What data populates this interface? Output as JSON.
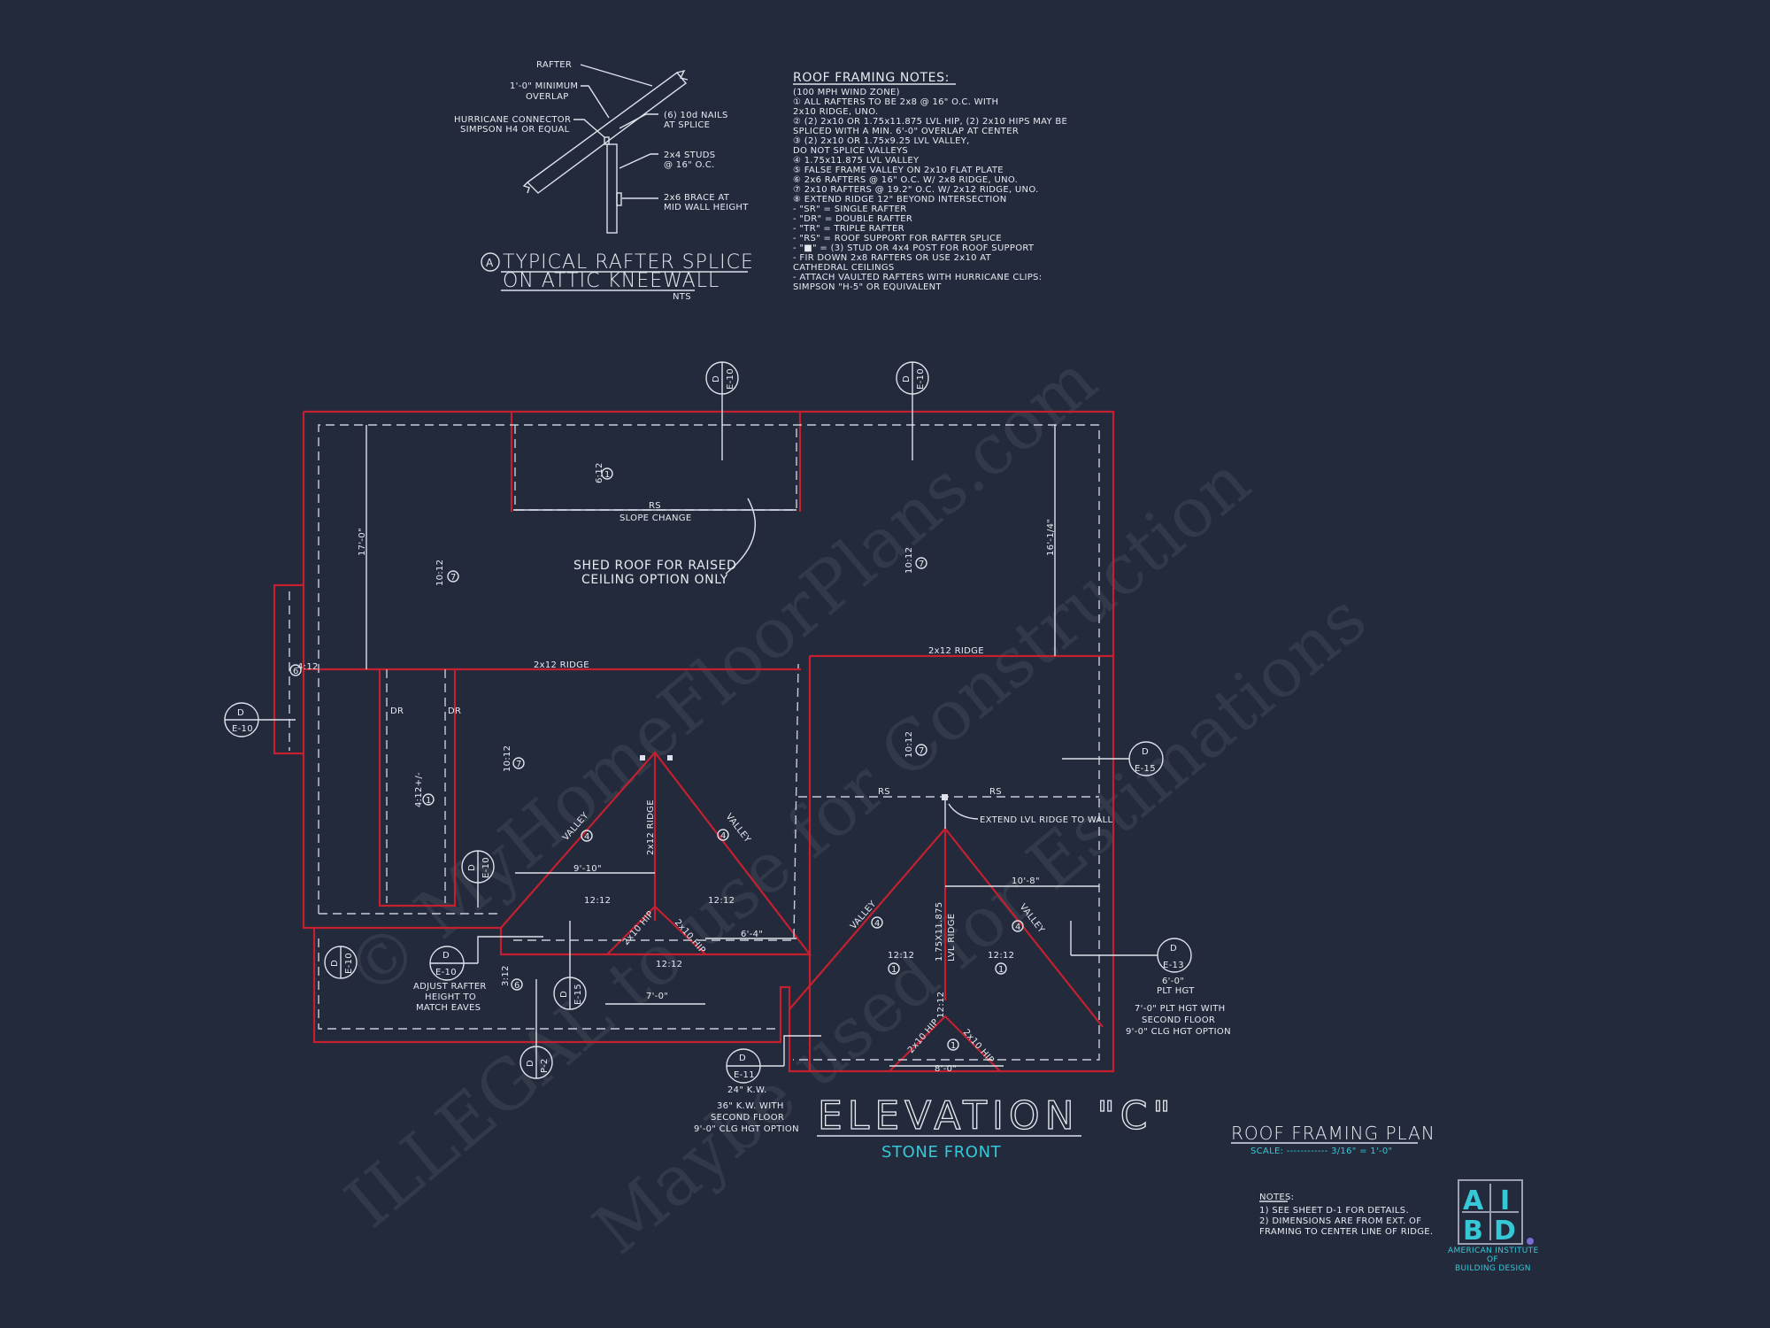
{
  "detail_a": {
    "tag": "A",
    "title_line1": "TYPICAL RAFTER SPLICE",
    "title_line2": "ON ATTIC KNEEWALL",
    "scale": "NTS",
    "labels": {
      "rafter": "RAFTER",
      "overlap_1": "1'-0\" MINIMUM",
      "overlap_2": "OVERLAP",
      "connector_1": "HURRICANE CONNECTOR",
      "connector_2": "SIMPSON H4 OR EQUAL",
      "nails_1": "(6) 10d NAILS",
      "nails_2": "AT SPLICE",
      "studs_1": "2x4 STUDS",
      "studs_2": "@ 16\" O.C.",
      "brace_1": "2x6 BRACE AT",
      "brace_2": "MID WALL HEIGHT"
    }
  },
  "roof_notes": {
    "title": "ROOF FRAMING NOTES:",
    "lines": [
      "(100 MPH WIND ZONE)",
      "① ALL RAFTERS TO BE 2x8 @ 16\" O.C. WITH",
      "   2x10 RIDGE, UNO.",
      "② (2) 2x10 OR 1.75x11.875 LVL HIP, (2) 2x10 HIPS MAY BE",
      "   SPLICED WITH A MIN. 6'-0\" OVERLAP AT CENTER",
      "③ (2) 2x10 OR 1.75x9.25 LVL VALLEY,",
      "   DO NOT SPLICE VALLEYS",
      "④ 1.75x11.875 LVL VALLEY",
      "⑤ FALSE FRAME VALLEY ON 2x10 FLAT PLATE",
      "⑥ 2x6 RAFTERS @ 16\" O.C. W/ 2x8 RIDGE, UNO.",
      "⑦ 2x10 RAFTERS @ 19.2\" O.C. W/ 2x12 RIDGE, UNO.",
      "⑧ EXTEND RIDGE 12\" BEYOND INTERSECTION",
      "-  \"SR\" = SINGLE RAFTER",
      "-  \"DR\" = DOUBLE RAFTER",
      "-  \"TR\" = TRIPLE RAFTER",
      "-  \"RS\" = ROOF SUPPORT FOR RAFTER SPLICE",
      "-  \"■\"  = (3) STUD OR 4x4 POST FOR ROOF SUPPORT",
      "-  FIR DOWN 2x8 RAFTERS OR USE 2x10 AT",
      "   CATHEDRAL CEILINGS",
      "-  ATTACH VAULTED RAFTERS WITH HURRICANE CLIPS:",
      "   SIMPSON \"H-5\" OR EQUIVALENT"
    ]
  },
  "plan": {
    "labels": {
      "rs_slope": "RS",
      "slope_change": "SLOPE CHANGE",
      "shed_1": "SHED ROOF FOR RAISED",
      "shed_2": "CEILING OPTION ONLY",
      "ridge_left": "2x12 RIDGE",
      "ridge_right": "2x12 RIDGE",
      "ridge_gable": "2x12 RIDGE",
      "dr_1": "DR",
      "dr_2": "DR",
      "valley_1": "VALLEY",
      "valley_2": "VALLEY",
      "valley_3": "VALLEY",
      "valley_4": "VALLEY",
      "hip_1": "2x10 HIP",
      "hip_2": "2x10 HIP",
      "hip_3": "2x10 HIP",
      "hip_4": "2x10 HIP",
      "lvl_ridge_1": "1.75X11.875",
      "lvl_ridge_2": "LVL RIDGE",
      "rs_a": "RS",
      "rs_b": "RS",
      "extend_lvl": "EXTEND LVL RIDGE TO WALL",
      "adjust_1": "ADJUST RAFTER",
      "adjust_2": "HEIGHT TO",
      "adjust_3": "MATCH EAVES"
    },
    "dimensions": {
      "d_17_0": "17'-0\"",
      "d_16_1_4": "16'-1/4\"",
      "d_9_10": "9'-10\"",
      "d_6_4": "6'-4\"",
      "d_7_0": "7'-0\"",
      "d_10_8": "10'-8\"",
      "d_8_0": "8'-0\""
    },
    "pitches": {
      "p_6_12": "6:12",
      "p_10_12_a": "10:12",
      "p_10_12_b": "10:12",
      "p_10_12_c": "10:12",
      "p_10_12_d": "10:12",
      "p_4_12": "4:12",
      "p_4_12_dr": "4:12+/-",
      "p_3_12": "3:12",
      "p_12_12_a": "12:12",
      "p_12_12_b": "12:12",
      "p_12_12_c": "12:12",
      "p_12_12_d": "12:12",
      "p_12_12_e": "12:12",
      "p_12_12_f": "12:12"
    },
    "note_tags": {
      "n1": "1",
      "n4": "4",
      "n6": "6",
      "n7": "7"
    },
    "section_markers": [
      {
        "top": "D",
        "bottom": "E-10"
      },
      {
        "top": "D",
        "bottom": "E-10"
      },
      {
        "top": "D",
        "bottom": "E-10"
      },
      {
        "top": "D",
        "bottom": "E-10"
      },
      {
        "top": "D",
        "bottom": "E-10"
      },
      {
        "top": "D",
        "bottom": "E-10"
      },
      {
        "top": "D",
        "bottom": "E-15"
      },
      {
        "top": "D",
        "bottom": "E-15"
      },
      {
        "top": "D",
        "bottom": "P-2"
      },
      {
        "top": "D",
        "bottom": "E-11"
      },
      {
        "top": "D",
        "bottom": "E-13"
      }
    ],
    "callouts": {
      "e11_1": "24\" K.W.",
      "e11_2": "36\" K.W. WITH",
      "e11_3": "SECOND FLOOR",
      "e11_4": "9'-0\" CLG HGT OPTION",
      "e13_1": "6'-0\"",
      "e13_2": "PLT HGT",
      "e13_3": "7'-0\" PLT HGT WITH",
      "e13_4": "SECOND FLOOR",
      "e13_5": "9'-0\" CLG HGT OPTION"
    }
  },
  "elevation": {
    "title": "ELEVATION \"C\"",
    "subtitle": "STONE FRONT"
  },
  "title_block": {
    "title": "ROOF FRAMING PLAN",
    "scale": "SCALE: ------------ 3/16\" = 1'-0\"",
    "notes_title": "NOTES:",
    "notes": [
      "1)  SEE SHEET D-1 FOR DETAILS.",
      "2)  DIMENSIONS ARE FROM EXT. OF",
      "     FRAMING TO CENTER LINE OF RIDGE."
    ]
  },
  "logo": {
    "letters": [
      "A",
      "I",
      "B",
      "D"
    ],
    "registered": "R",
    "name_1": "AMERICAN INSTITUTE",
    "name_2": "OF",
    "name_3": "BUILDING DESIGN"
  },
  "watermarks": [
    "© MyHomeFloorPlans.com",
    "ILLEGAL to use for Construction",
    "Maybe used for Estimations"
  ],
  "colors": {
    "background": "#232a3c",
    "roof_outline": "#c4202f",
    "linework": "#dfe2ea",
    "accent_cyan": "#36c8d6"
  }
}
